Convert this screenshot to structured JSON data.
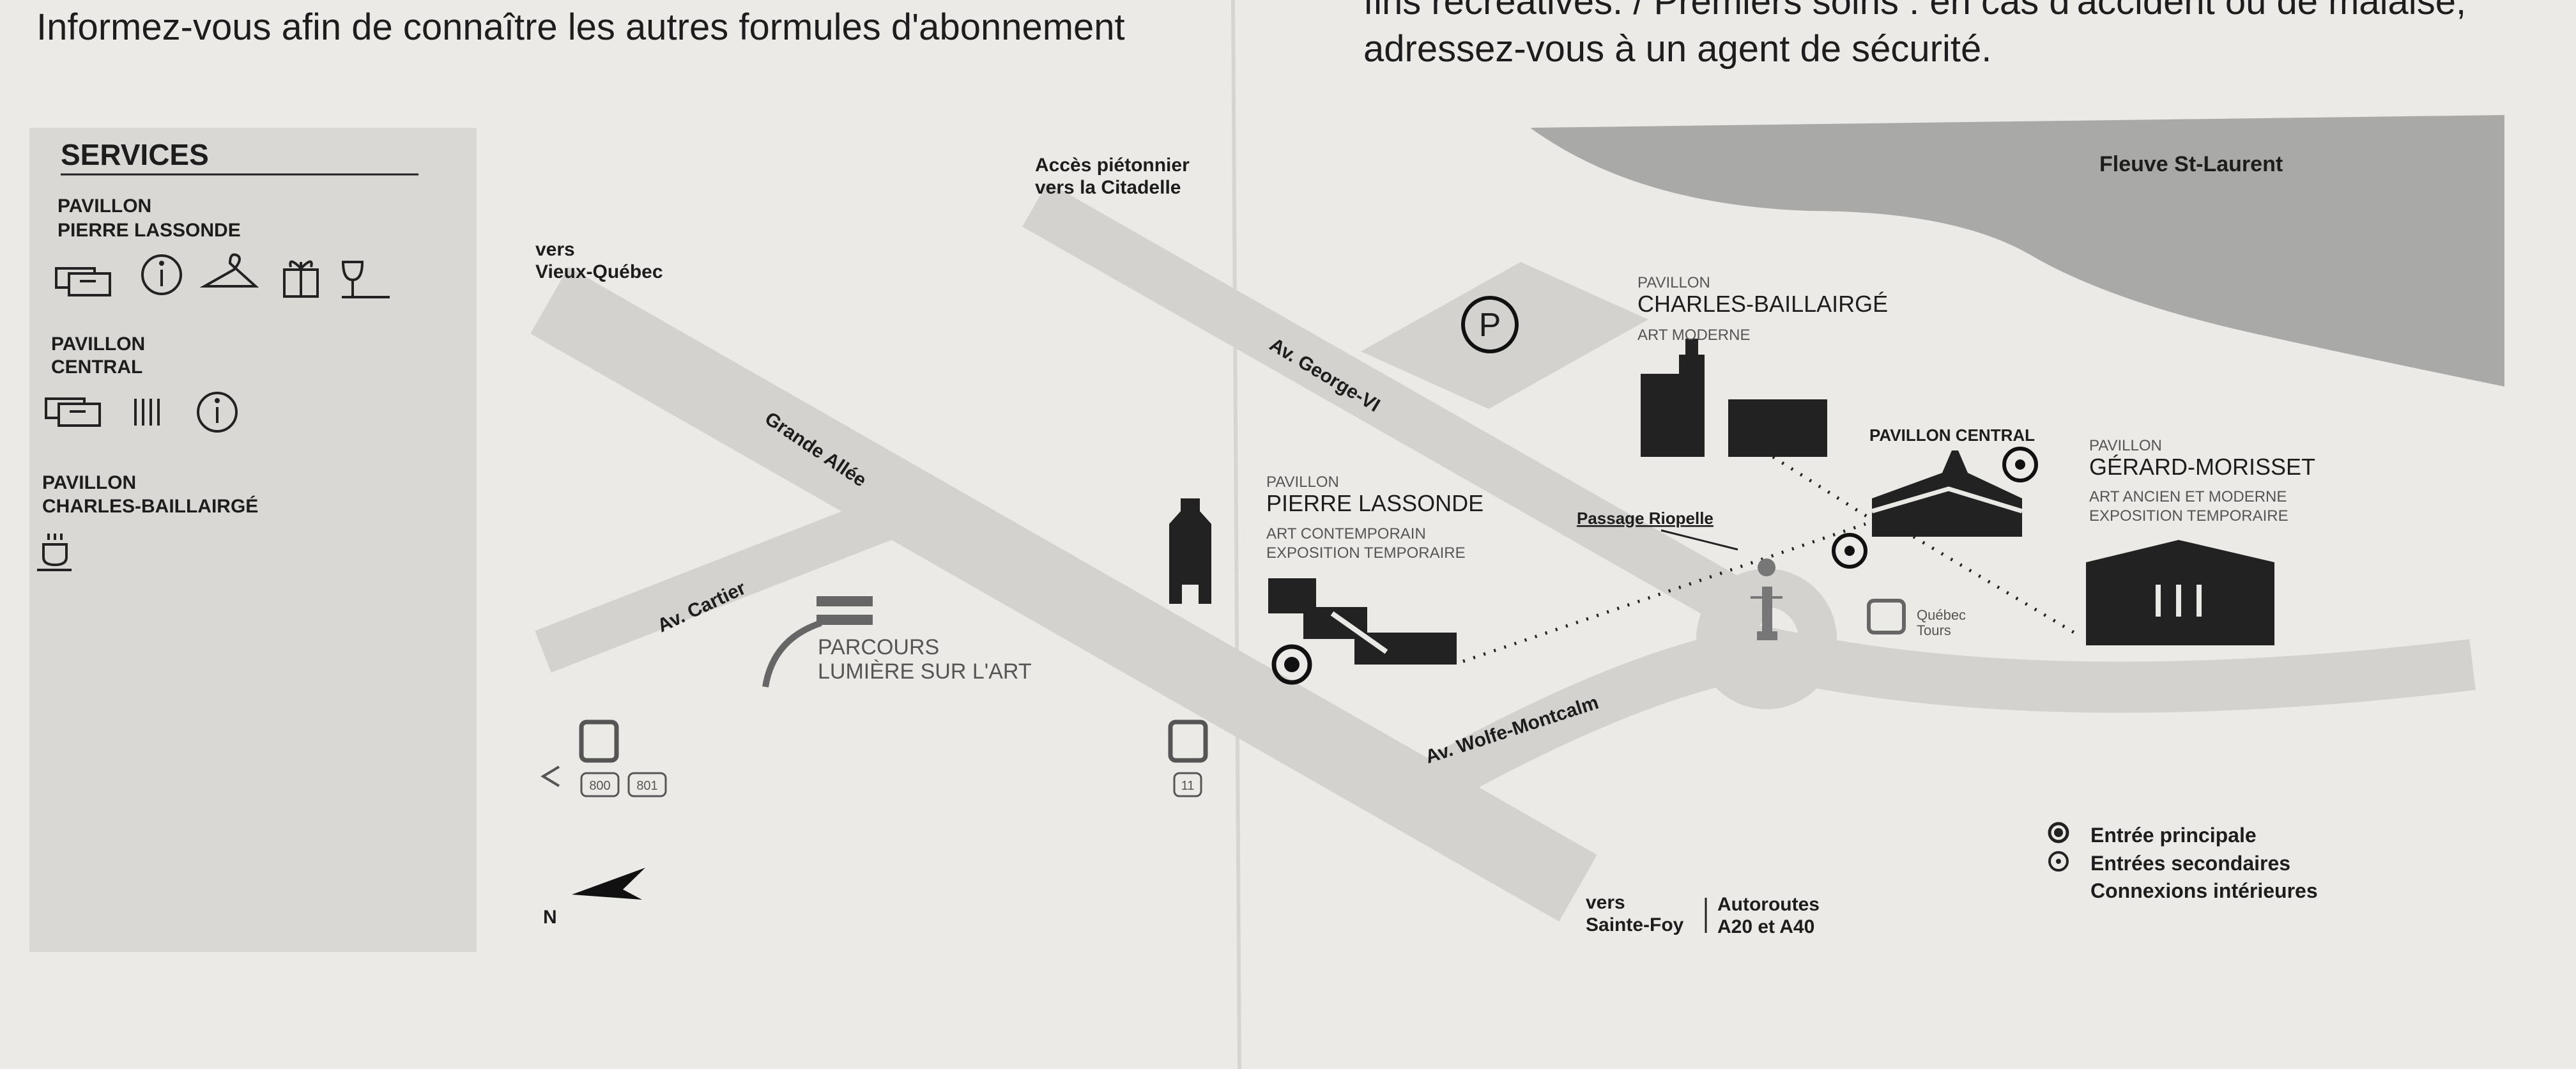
{
  "header": {
    "left_text": "Informez-vous afin de connaître les autres formules d'abonnement",
    "right_text_line1": "fins récréatives. / Premiers soins : en cas d'accident ou de malaise,",
    "right_text_line2": "adressez-vous à un agent de sécurité."
  },
  "services": {
    "title": "SERVICES",
    "groups": [
      {
        "line1": "PAVILLON",
        "line2": "PIERRE LASSONDE",
        "icons": [
          "tickets-icon",
          "info-icon",
          "coat-check-icon",
          "gift-shop-icon",
          "bar-icon"
        ]
      },
      {
        "line1": "PAVILLON",
        "line2": "CENTRAL",
        "icons": [
          "tickets-icon",
          "restaurant-icon",
          "info-icon"
        ]
      },
      {
        "line1": "PAVILLON",
        "line2": "CHARLES-BAILLAIRGÉ",
        "icons": [
          "cafe-icon"
        ]
      }
    ]
  },
  "map": {
    "river": "Fleuve St-Laurent",
    "citadelle": {
      "line1": "Accès piétonnier",
      "line2": "vers la Citadelle"
    },
    "vieux_quebec": {
      "line1": "vers",
      "line2": "Vieux-Québec"
    },
    "streets": {
      "grande_allee": "Grande Allée",
      "george_vi": "Av. George-VI",
      "cartier": "Av. Cartier",
      "wolfe_montcalm": "Av. Wolfe-Montcalm",
      "passage": "Passage Riopelle"
    },
    "parking": "P",
    "pavilions": {
      "lassonde": {
        "label": "PAVILLON",
        "name": "PIERRE LASSONDE",
        "desc1": "ART CONTEMPORAIN",
        "desc2": "EXPOSITION TEMPORAIRE"
      },
      "baillairge": {
        "label": "PAVILLON",
        "name": "CHARLES-BAILLAIRGÉ",
        "desc1": "ART MODERNE"
      },
      "central": {
        "name": "PAVILLON CENTRAL"
      },
      "morisset": {
        "label": "PAVILLON",
        "name": "GÉRARD-MORISSET",
        "desc1": "ART ANCIEN ET MODERNE",
        "desc2": "EXPOSITION TEMPORAIRE"
      }
    },
    "parcours": {
      "line1": "PARCOURS",
      "line2": "LUMIÈRE SUR L'ART"
    },
    "bus_stops": [
      {
        "routes": [
          "800",
          "801"
        ]
      },
      {
        "routes": [
          "11"
        ]
      }
    ],
    "quebec_tours": {
      "line1": "Québec",
      "line2": "Tours"
    },
    "sainte_foy": {
      "line1": "vers",
      "line2": "Sainte-Foy"
    },
    "autoroutes": {
      "line1": "Autoroutes",
      "line2": "A20 et A40"
    },
    "north": "N"
  },
  "legend": {
    "main_entrance": "Entrée principale",
    "secondary_entrances": "Entrées secondaires",
    "interior_connections": "Connexions intérieures"
  }
}
